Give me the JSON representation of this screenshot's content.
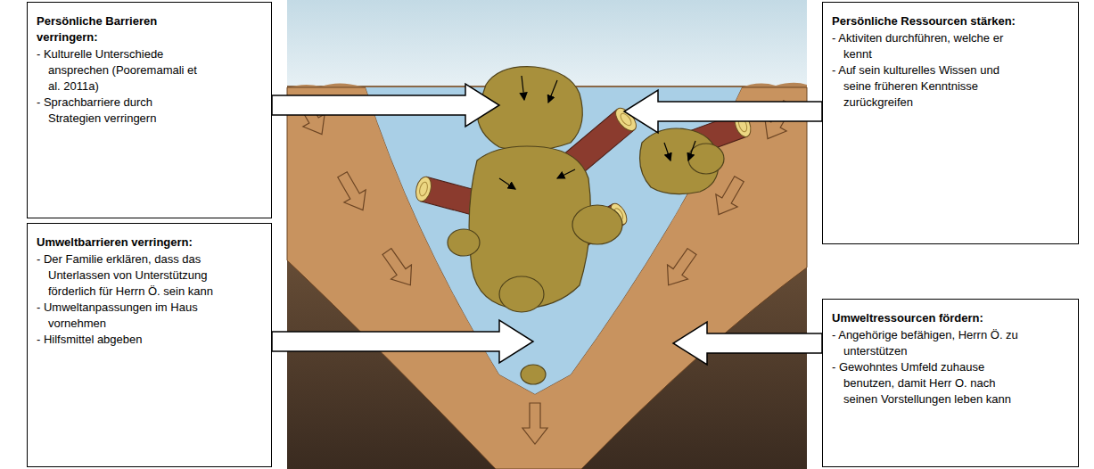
{
  "diagram": {
    "nodes": [
      {
        "text": [
          "Persönliche Barrieren verringern:",
          "- Kulturelle Unterschiede ansprechen (Pooremamali et al. 2011a)",
          "- Sprachbarriere durch Strategien verringern"
        ]
      },
      {
        "text": [
          "Persönliche Ressourcen stärken:",
          "- Aktiviten durchführen, welche er kennt",
          "- Auf sein kulturelles Wissen und seine früheren Kenntnisse zurückgreifen"
        ]
      },
      {
        "text": [
          "Umweltbarrieren verringern:",
          "- Der Familie erklären, dass das Unterlassen von Unterstützung förderlich für Herrn Ö. sein kann",
          "- Umweltanpassungen im Haus vornehmen",
          "- Hilfsmittel abgeben"
        ]
      },
      {
        "text": [
          "Umweltressourcen fördern:",
          "- Angehörige befähigen, Herrn Ö. zu unterstützen",
          "- Gewohntes Umfeld zuhause benutzen, damit Herr O. nach seinen Vorstellungen leben kann"
        ]
      }
    ]
  }
}
